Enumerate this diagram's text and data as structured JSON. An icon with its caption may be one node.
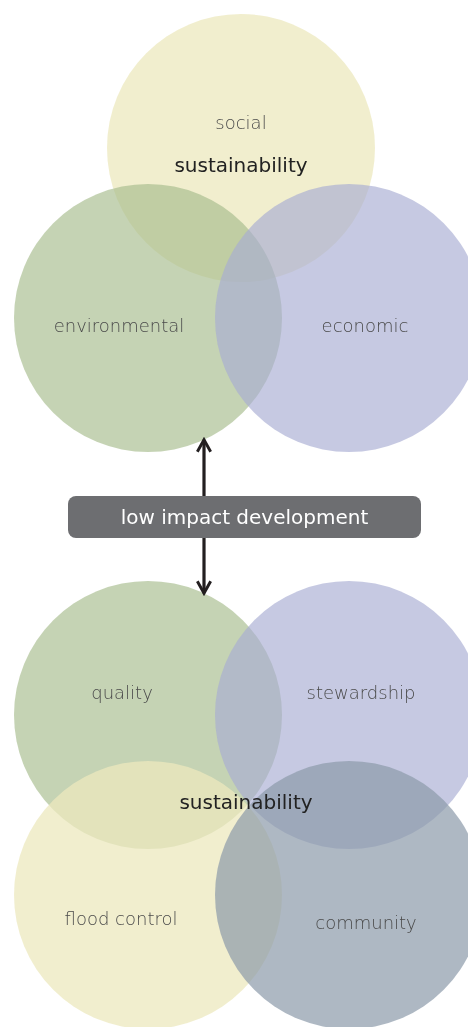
{
  "diagram": {
    "nodes": [
      {
        "text": [
          "social"
        ]
      },
      {
        "text": [
          "environmental"
        ]
      },
      {
        "text": [
          "economic"
        ]
      },
      {
        "text": [
          "low impact development"
        ]
      },
      {
        "text": [
          "quality"
        ]
      },
      {
        "text": [
          "stewardship"
        ]
      },
      {
        "text": [
          "flood control"
        ]
      },
      {
        "text": [
          "community"
        ]
      }
    ],
    "edges": [
      {
        "from": 3,
        "to": 1,
        "arrow": "to"
      },
      {
        "from": 3,
        "to": 4,
        "arrow": "to"
      }
    ],
    "labels": [
      "sustainability",
      "sustainability"
    ]
  }
}
